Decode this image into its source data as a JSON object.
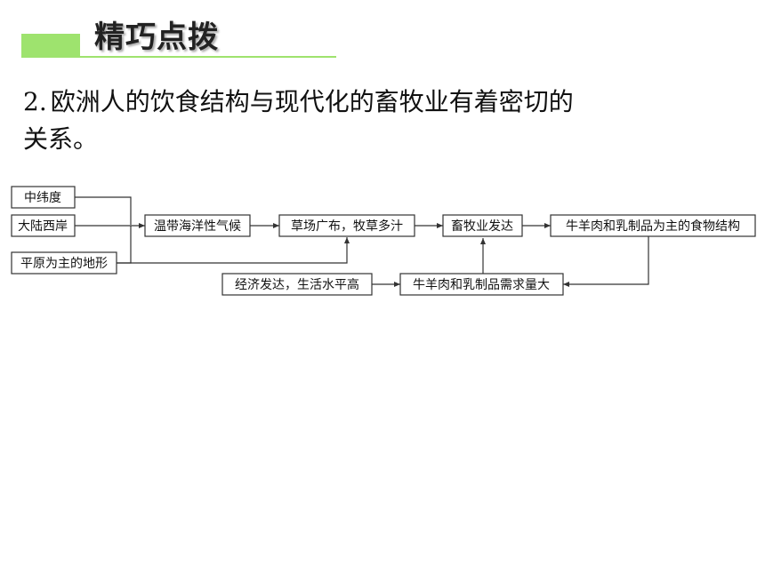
{
  "header": {
    "title": "精巧点拨"
  },
  "question": {
    "number": "2.",
    "text_line1": "欧洲人的饮食结构与现代化的畜牧业有着密切的",
    "text_line2": "关系。"
  },
  "diagram": {
    "nodes": {
      "mid_latitude": "中纬度",
      "west_coast": "大陆西岸",
      "plain": "平原为主的地形",
      "climate": "温带海洋性气候",
      "grassland": "草场广布，牧草多汁",
      "livestock": "畜牧业发达",
      "diet": "牛羊肉和乳制品为主的食物结构",
      "economy": "经济发达，生活水平高",
      "demand": "牛羊肉和乳制品需求量大"
    }
  }
}
